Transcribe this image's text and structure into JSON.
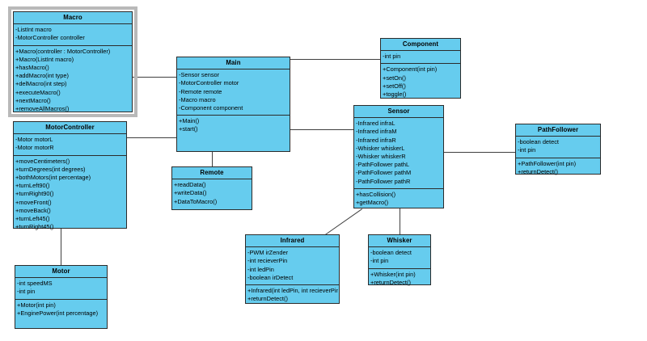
{
  "diagram": {
    "kind": "uml-class-diagram",
    "background": "#ffffff",
    "class_fill": "#66ccee",
    "class_border": "#2b2b2b",
    "selection_color": "#b9b9b9",
    "link_color": "#3f3f3f"
  },
  "classes": {
    "macro": {
      "name": "Macro",
      "attributes": [
        "-ListInt macro",
        "-MotorController controller"
      ],
      "operations": [
        "+Macro(controller : MotorController)",
        "+Macro(ListInt macro)",
        "+hasMacro()",
        "+addMacro(int type)",
        "+delMacro(int step)",
        "+executeMacro()",
        "+nextMacro()",
        "+removeAllMacros()"
      ]
    },
    "motorcontroller": {
      "name": "MotorController",
      "attributes": [
        "-Motor motorL",
        "-Motor motorR"
      ],
      "operations": [
        "+moveCentimeters()",
        "+turnDegrees(int degrees)",
        "+bothMotors(int percentage)",
        "+turnLeft90()",
        "+turnRight90()",
        "+moveFront()",
        "+moveBack()",
        "+turnLeft45()",
        "+turnRight45()"
      ]
    },
    "motor": {
      "name": "Motor",
      "attributes": [
        "-int speedMS",
        "-int pin"
      ],
      "operations": [
        "+Motor(int pin)",
        "+EnginePower(int percentage)"
      ]
    },
    "main": {
      "name": "Main",
      "attributes": [
        "-Sensor sensor",
        "-MotorController motor",
        "-Remote remote",
        "-Macro macro",
        "-Component component"
      ],
      "operations": [
        "+Main()",
        "+start()"
      ]
    },
    "remote": {
      "name": "Remote",
      "attributes": [],
      "operations": [
        "+readData()",
        "+writeData()",
        "+DataToMacro()"
      ]
    },
    "component": {
      "name": "Component",
      "attributes": [
        "-int pin"
      ],
      "operations": [
        "+Component(int pin)",
        "+setOn()",
        "+setOff()",
        "+toggle()"
      ]
    },
    "sensor": {
      "name": "Sensor",
      "attributes": [
        "-Infrared infraL",
        "-Infrared infraM",
        "-Infrared infraR",
        "-Whisker whiskerL",
        "-Whisker whiskerR",
        "-PathFollower pathL",
        "-PathFollower pathM",
        "-PathFollower pathR"
      ],
      "operations": [
        "+hasCollision()",
        "+getMacro()"
      ]
    },
    "pathfollower": {
      "name": "PathFollower",
      "attributes": [
        "-boolean detect",
        "-int pin"
      ],
      "operations": [
        "+PathFollower(int pin)",
        "+returnDetect()"
      ]
    },
    "infrared": {
      "name": "Infrared",
      "attributes": [
        "-PWM irZender",
        "-int recieverPin",
        "-int ledPin",
        "-boolean irDetect"
      ],
      "operations": [
        "+Infrared(int ledPin, int recieverPin)",
        "+returnDetect()"
      ]
    },
    "whisker": {
      "name": "Whisker",
      "attributes": [
        "-boolean detect",
        "-int pin"
      ],
      "operations": [
        "+Whisker(int pin)",
        "+returnDetect()"
      ]
    }
  }
}
